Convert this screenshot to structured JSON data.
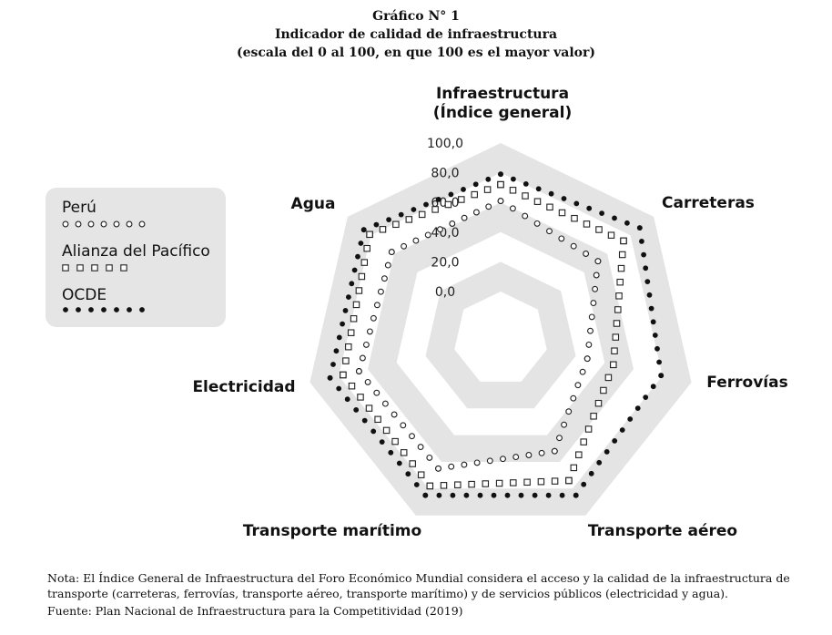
{
  "header": {
    "figure_number": "Gráfico N° 1",
    "title": "Indicador de calidad de infraestructura",
    "subtitle": "(escala del 0 al 100, en que 100 es el mayor valor)"
  },
  "chart_data": {
    "type": "radar",
    "axes": [
      [
        "Infraestructura",
        "(Índice general)"
      ],
      [
        "Carreteras"
      ],
      [
        "Ferrovías"
      ],
      [
        "Transporte aéreo"
      ],
      [
        "Transporte marítimo"
      ],
      [
        "Electricidad"
      ],
      [
        "Agua"
      ]
    ],
    "ticks": [
      "0,0",
      "20,0",
      "40,0",
      "60,0",
      "80,0",
      "100,0"
    ],
    "range": [
      0,
      100
    ],
    "series": [
      {
        "name": "Perú",
        "marker": "circle-open",
        "values": [
          61,
          52,
          28,
          52,
          65,
          66,
          62
        ]
      },
      {
        "name": "Alianza del Pacífico",
        "marker": "square-open",
        "values": [
          72,
          74,
          46,
          74,
          78,
          77,
          81
        ]
      },
      {
        "name": "OCDE",
        "marker": "circle-filled",
        "values": [
          79,
          88,
          79,
          85,
          85,
          86,
          86
        ]
      }
    ],
    "grid": "heptagon-bands",
    "legend": "left"
  },
  "note": "Nota: El Índice General de Infraestructura del Foro Económico Mundial considera el acceso y la calidad de la infraestructura de transporte (carreteras, ferrovías, transporte aéreo, transporte marítimo) y de servicios públicos (electricidad y agua).",
  "source": "Fuente: Plan Nacional de Infraestructura para la Competitividad (2019)"
}
